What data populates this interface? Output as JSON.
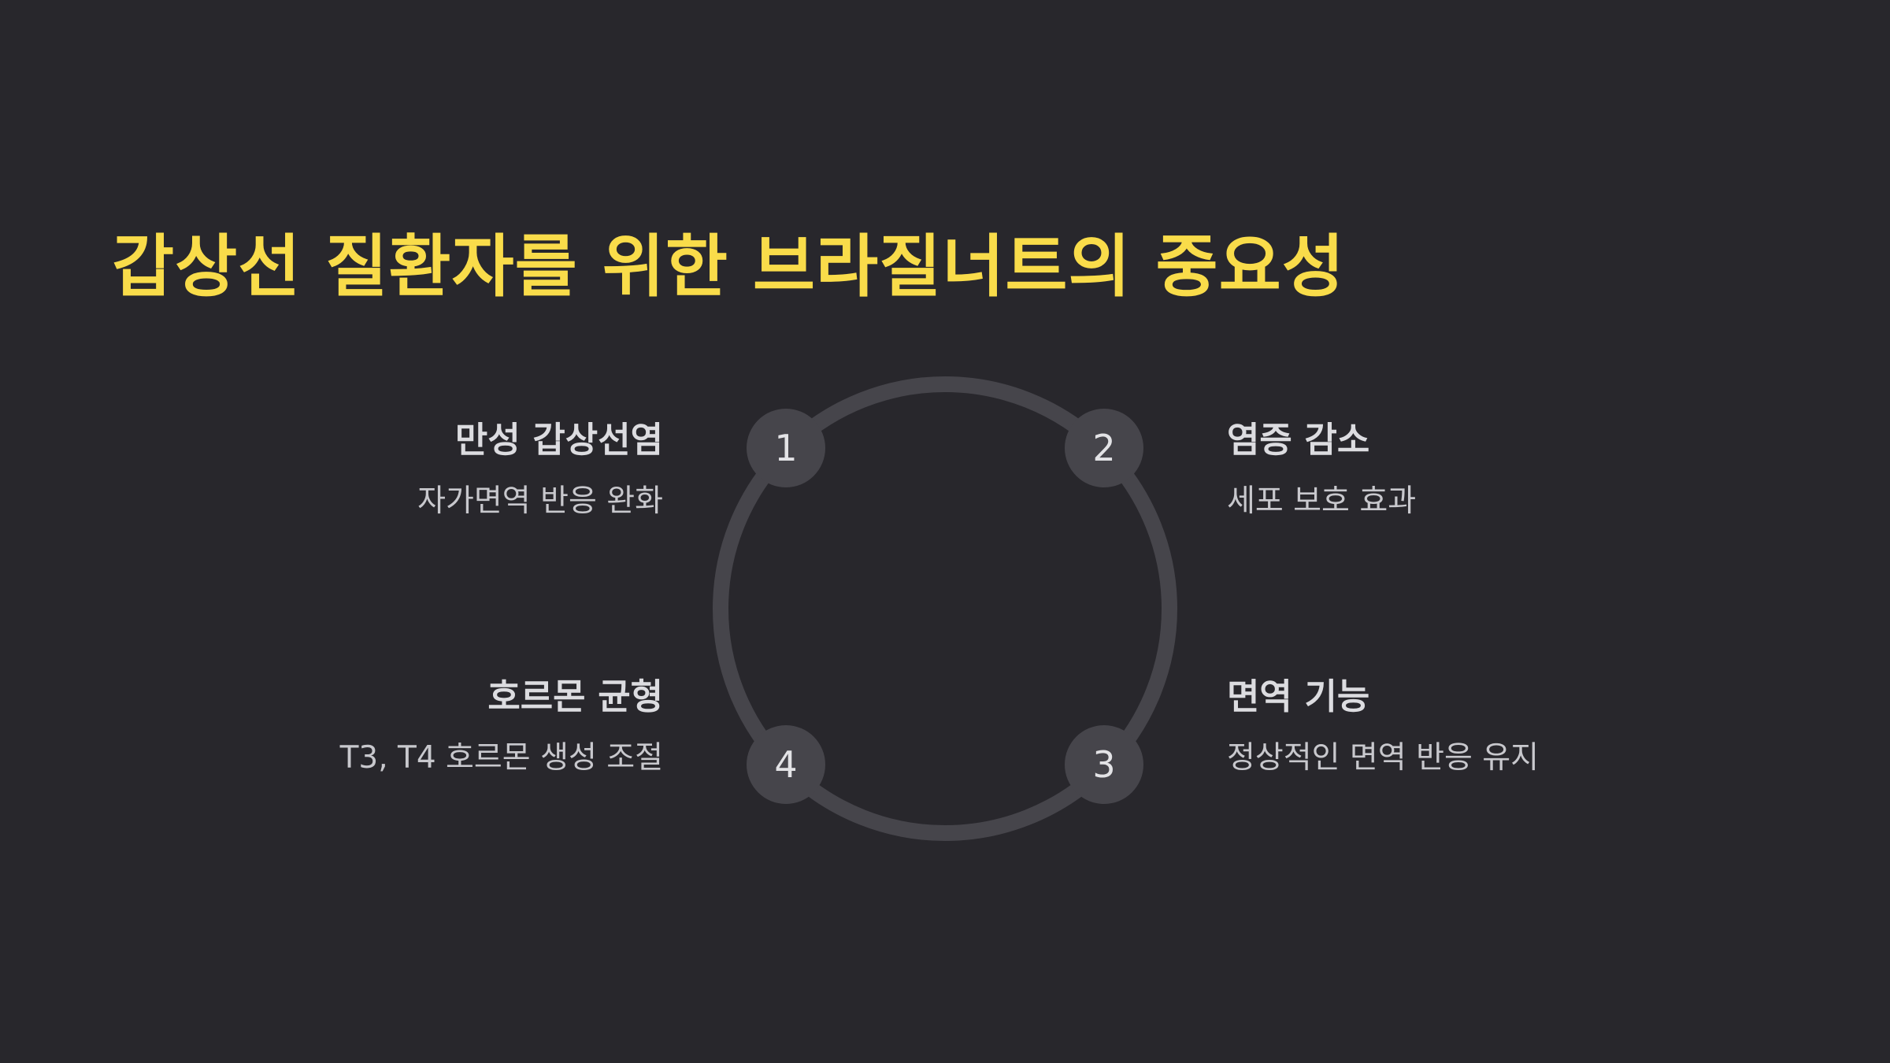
{
  "slide": {
    "title": "갑상선 질환자를 위한 브라질너트의 중요성"
  },
  "cycle": {
    "steps": [
      {
        "number": "1",
        "title": "만성 갑상선염",
        "description": "자가면역 반응 완화"
      },
      {
        "number": "2",
        "title": "염증 감소",
        "description": "세포 보호 효과"
      },
      {
        "number": "3",
        "title": "면역 기능",
        "description": "정상적인 면역 반응 유지"
      },
      {
        "number": "4",
        "title": "호르몬 균형",
        "description": "T3, T4 호르몬 생성 조절"
      }
    ]
  },
  "colors": {
    "background": "#28272c",
    "title": "#f9dc4a",
    "ring": "#46454b",
    "node": "#46454b",
    "text": "#dcdce0"
  }
}
